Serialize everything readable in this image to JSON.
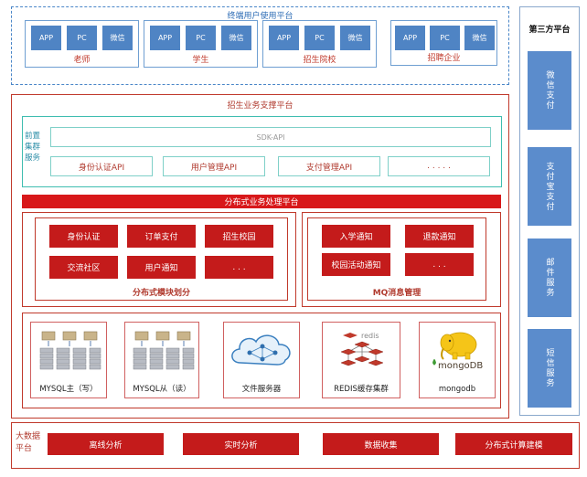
{
  "terminal": {
    "title": "终端用户使用平台",
    "groups": [
      {
        "items": [
          "APP",
          "PC",
          "微信"
        ],
        "name": "老师"
      },
      {
        "items": [
          "APP",
          "PC",
          "微信"
        ],
        "name": "学生"
      },
      {
        "items": [
          "APP",
          "PC",
          "微信"
        ],
        "name": "招生院校"
      },
      {
        "items": [
          "APP",
          "PC",
          "微信"
        ],
        "name": "招聘企业"
      }
    ]
  },
  "third_party": {
    "title": "第三方平台",
    "items": [
      "微信支付",
      "支付宝支付",
      "邮件服务",
      "短信服务"
    ]
  },
  "business": {
    "title": "招生业务支撑平台",
    "front_label": "前置集群服务",
    "sdk": "SDK-API",
    "apis": [
      "身份认证API",
      "用户管理API",
      "支付管理API",
      ". . . . ."
    ],
    "processing": "分布式业务处理平台",
    "modules": {
      "items": [
        "身份认证",
        "订单支付",
        "招生校园",
        "交流社区",
        "用户通知",
        ". . ."
      ],
      "caption": "分布式模块划分"
    },
    "mq": {
      "items": [
        "入学通知",
        "退款通知",
        "校园活动通知",
        ". . ."
      ],
      "caption": "MQ消息管理"
    },
    "storage": [
      {
        "name": "MYSQL主（写）",
        "icon": "database-servers-icon"
      },
      {
        "name": "MYSQL从（读）",
        "icon": "database-servers-icon"
      },
      {
        "name": "文件服务器",
        "icon": "cloud-network-icon"
      },
      {
        "name": "REDIS缓存集群",
        "icon": "redis-cluster-icon",
        "logo_text": "redis"
      },
      {
        "name": "mongodb",
        "icon": "mongodb-elephant-icon",
        "logo_text": "mongoDB"
      }
    ]
  },
  "bigdata": {
    "label": "大数据平台",
    "items": [
      "离线分析",
      "实时分析",
      "数据收集",
      "分布式计算建模"
    ]
  },
  "colors": {
    "blue": "#4f84c4",
    "red": "#c41b1b",
    "teal": "#3fbdb0"
  }
}
